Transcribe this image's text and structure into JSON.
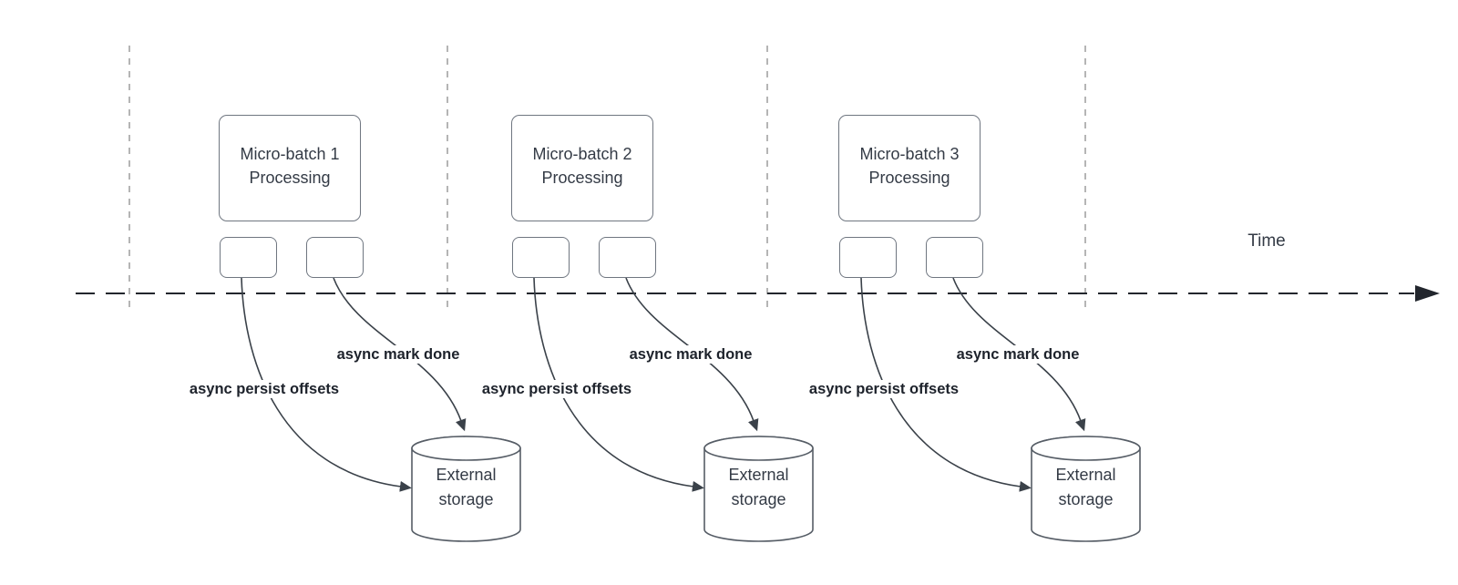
{
  "timeline": {
    "label": "Time"
  },
  "colors": {
    "timeline": "#22262d",
    "gridline": "#b5b5b5",
    "box_border": "#6f7680",
    "cylinder_border": "#565d66",
    "arrow": "#3a4149",
    "label_text": "#1d222b",
    "shape_text": "#343b46",
    "background": "#ffffff"
  },
  "clusters": [
    {
      "process_label": "Micro-batch 1\nProcessing",
      "persist_label": "async persist offsets",
      "mark_done_label": "async mark done",
      "storage_label": "External\nstorage"
    },
    {
      "process_label": "Micro-batch 2\nProcessing",
      "persist_label": "async persist offsets",
      "mark_done_label": "async mark done",
      "storage_label": "External\nstorage"
    },
    {
      "process_label": "Micro-batch 3\nProcessing",
      "persist_label": "async persist offsets",
      "mark_done_label": "async mark done",
      "storage_label": "External\nstorage"
    }
  ]
}
